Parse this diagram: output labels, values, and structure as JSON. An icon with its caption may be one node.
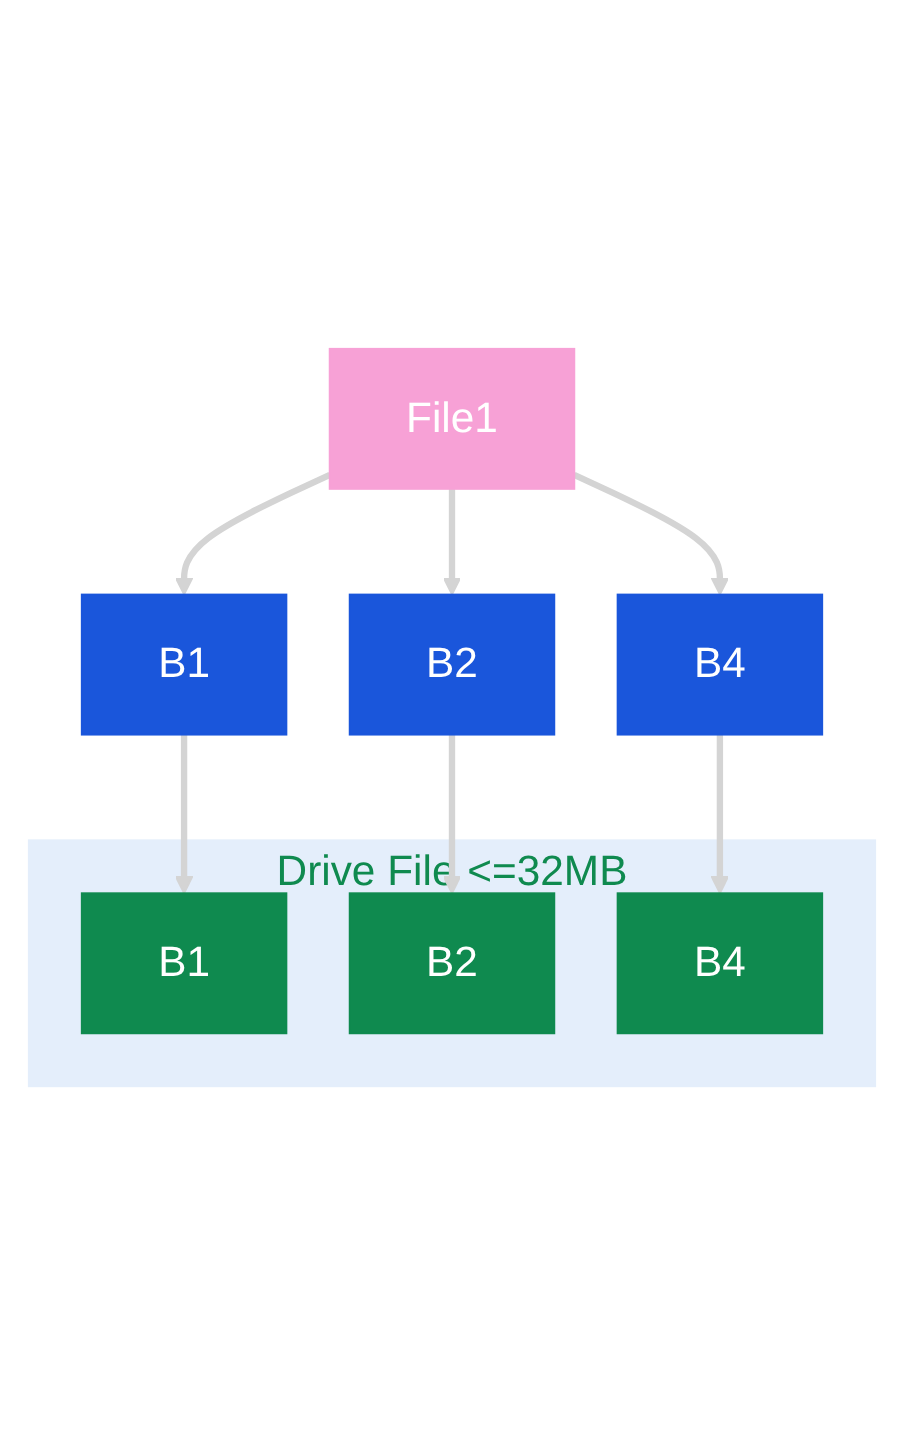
{
  "diagram": {
    "nodes": [
      {
        "text": [
          "File1"
        ]
      },
      {
        "text": [
          "B1"
        ]
      },
      {
        "text": [
          "B2"
        ]
      },
      {
        "text": [
          "B4"
        ]
      },
      {
        "text": [
          "Drive File <=32MB"
        ]
      },
      {
        "text": [
          "B1"
        ],
        "in": 4
      },
      {
        "text": [
          "B2"
        ],
        "in": 4
      },
      {
        "text": [
          "B4"
        ],
        "in": 4
      }
    ],
    "edges": [
      {
        "from": 0,
        "to": 1,
        "arrow": "to"
      },
      {
        "from": 0,
        "to": 2,
        "arrow": "to"
      },
      {
        "from": 0,
        "to": 3,
        "arrow": "to"
      },
      {
        "from": 1,
        "to": 5,
        "arrow": "to"
      },
      {
        "from": 2,
        "to": 6,
        "arrow": "to"
      },
      {
        "from": 3,
        "to": 7,
        "arrow": "to"
      }
    ]
  }
}
